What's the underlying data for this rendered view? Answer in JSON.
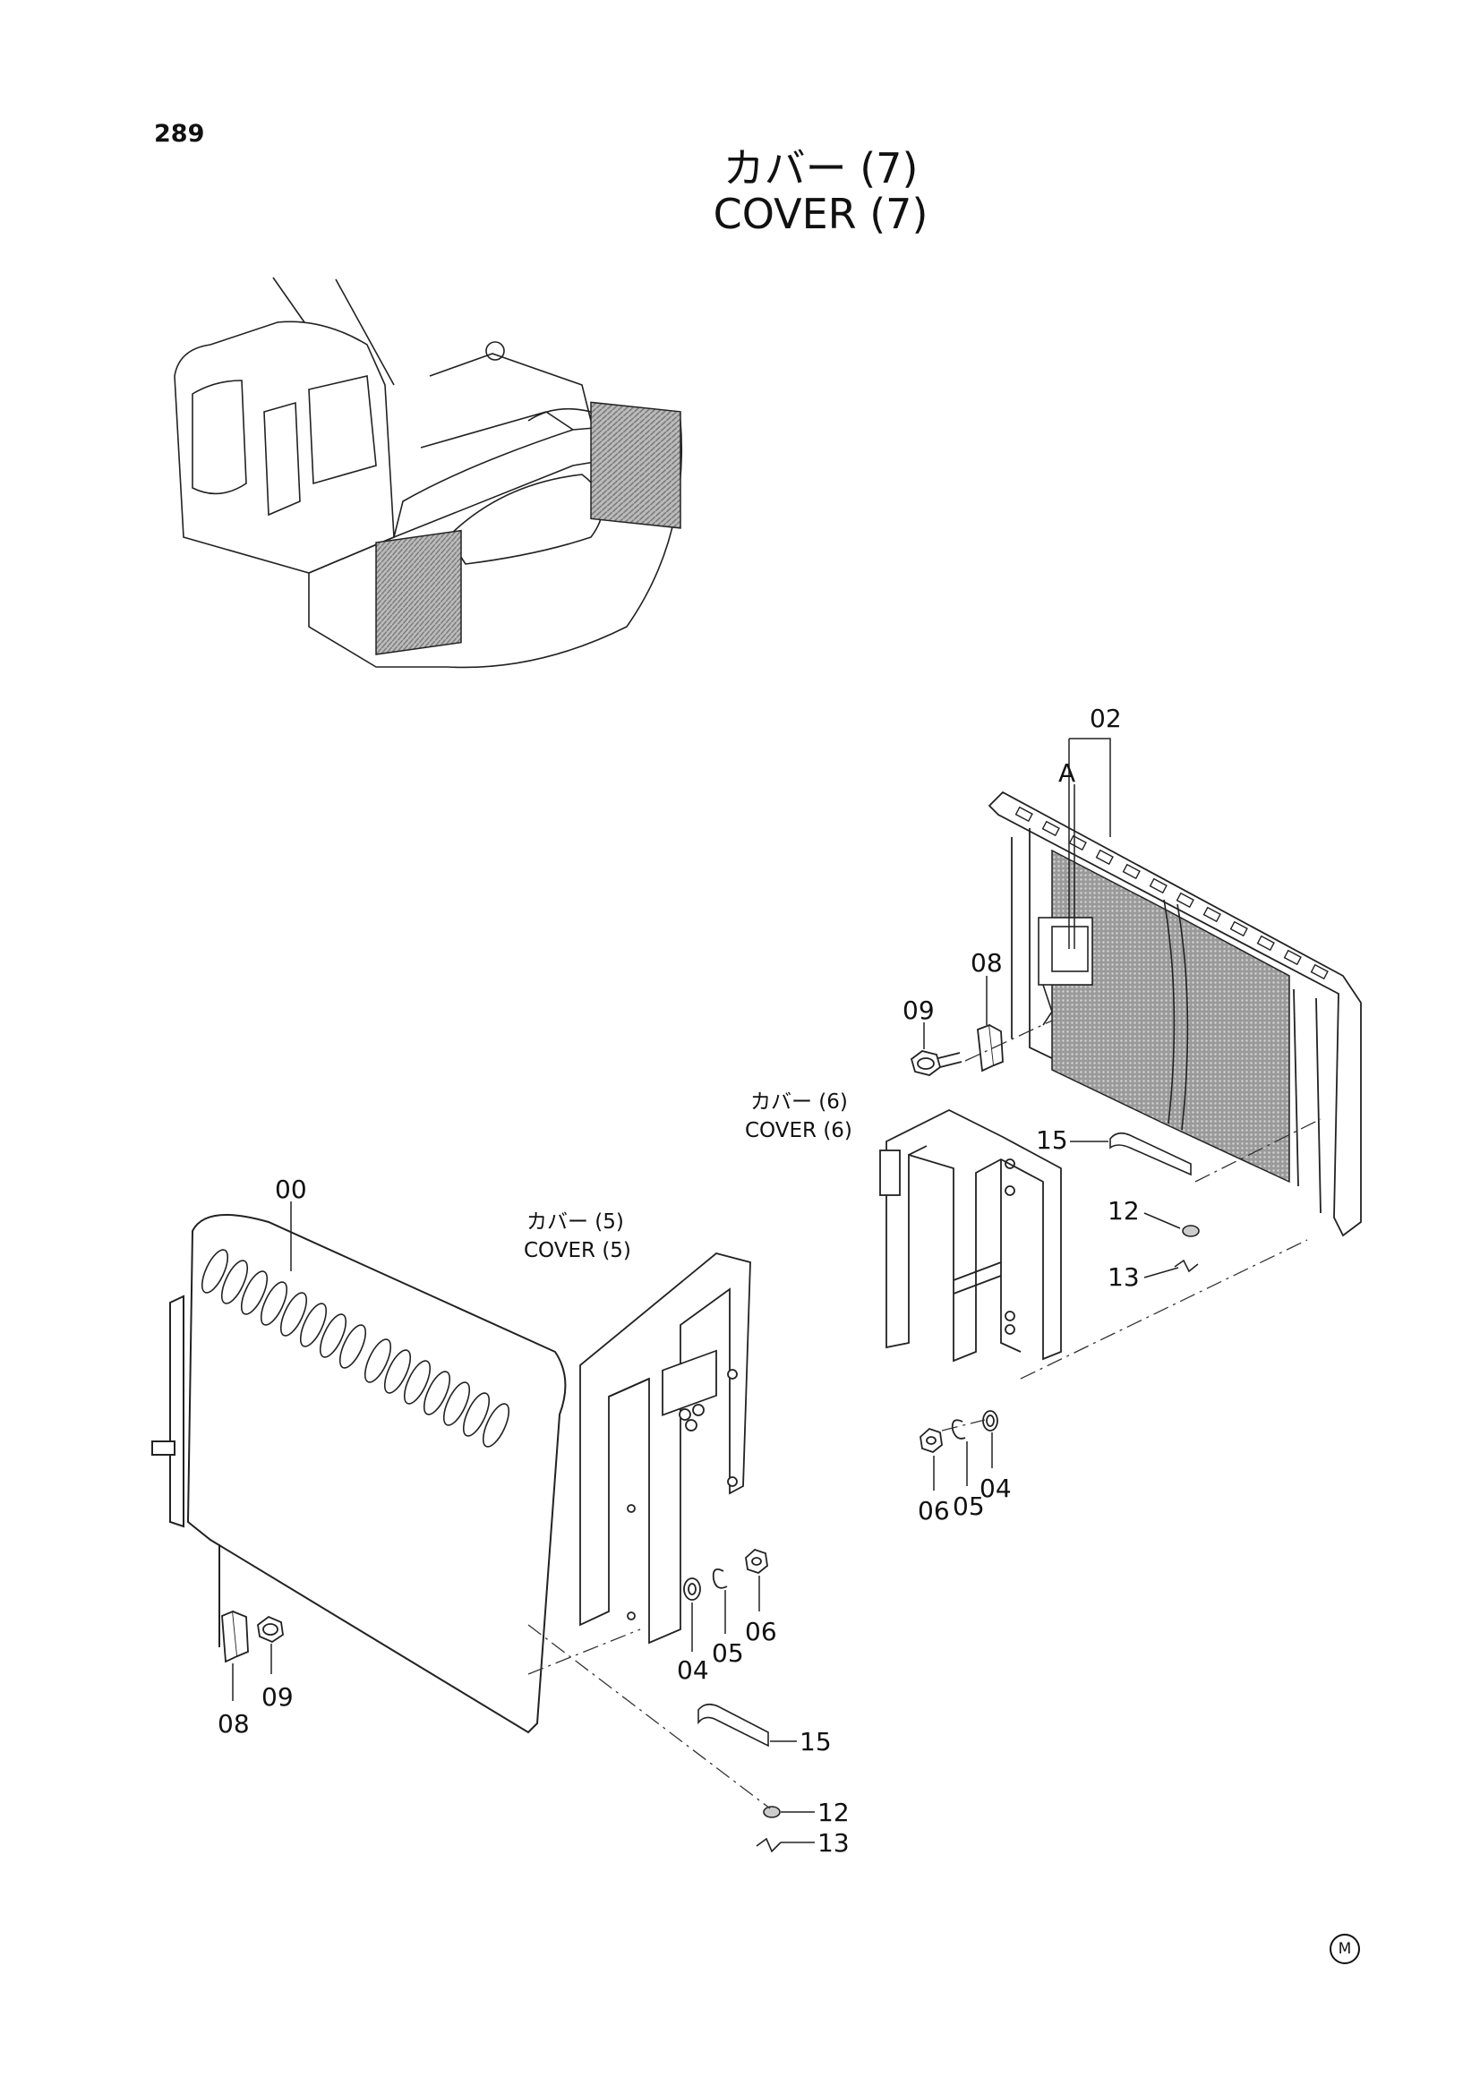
{
  "page": {
    "number": "289",
    "title_jp": "カバー (7)",
    "title_en": "COVER (7)",
    "mark": "M"
  },
  "labels": {
    "assembly": "00",
    "cover_main": "02",
    "section_a": "A",
    "washer": "04",
    "lock_washer": "05",
    "nut": "06",
    "bracket": "08",
    "bolt": "09",
    "grommet": "12",
    "clip": "13",
    "rod": "15"
  },
  "references": {
    "cover5_jp": "カバー (5)",
    "cover5_en": "COVER (5)",
    "cover6_jp": "カバー (6)",
    "cover6_en": "COVER (6)"
  }
}
